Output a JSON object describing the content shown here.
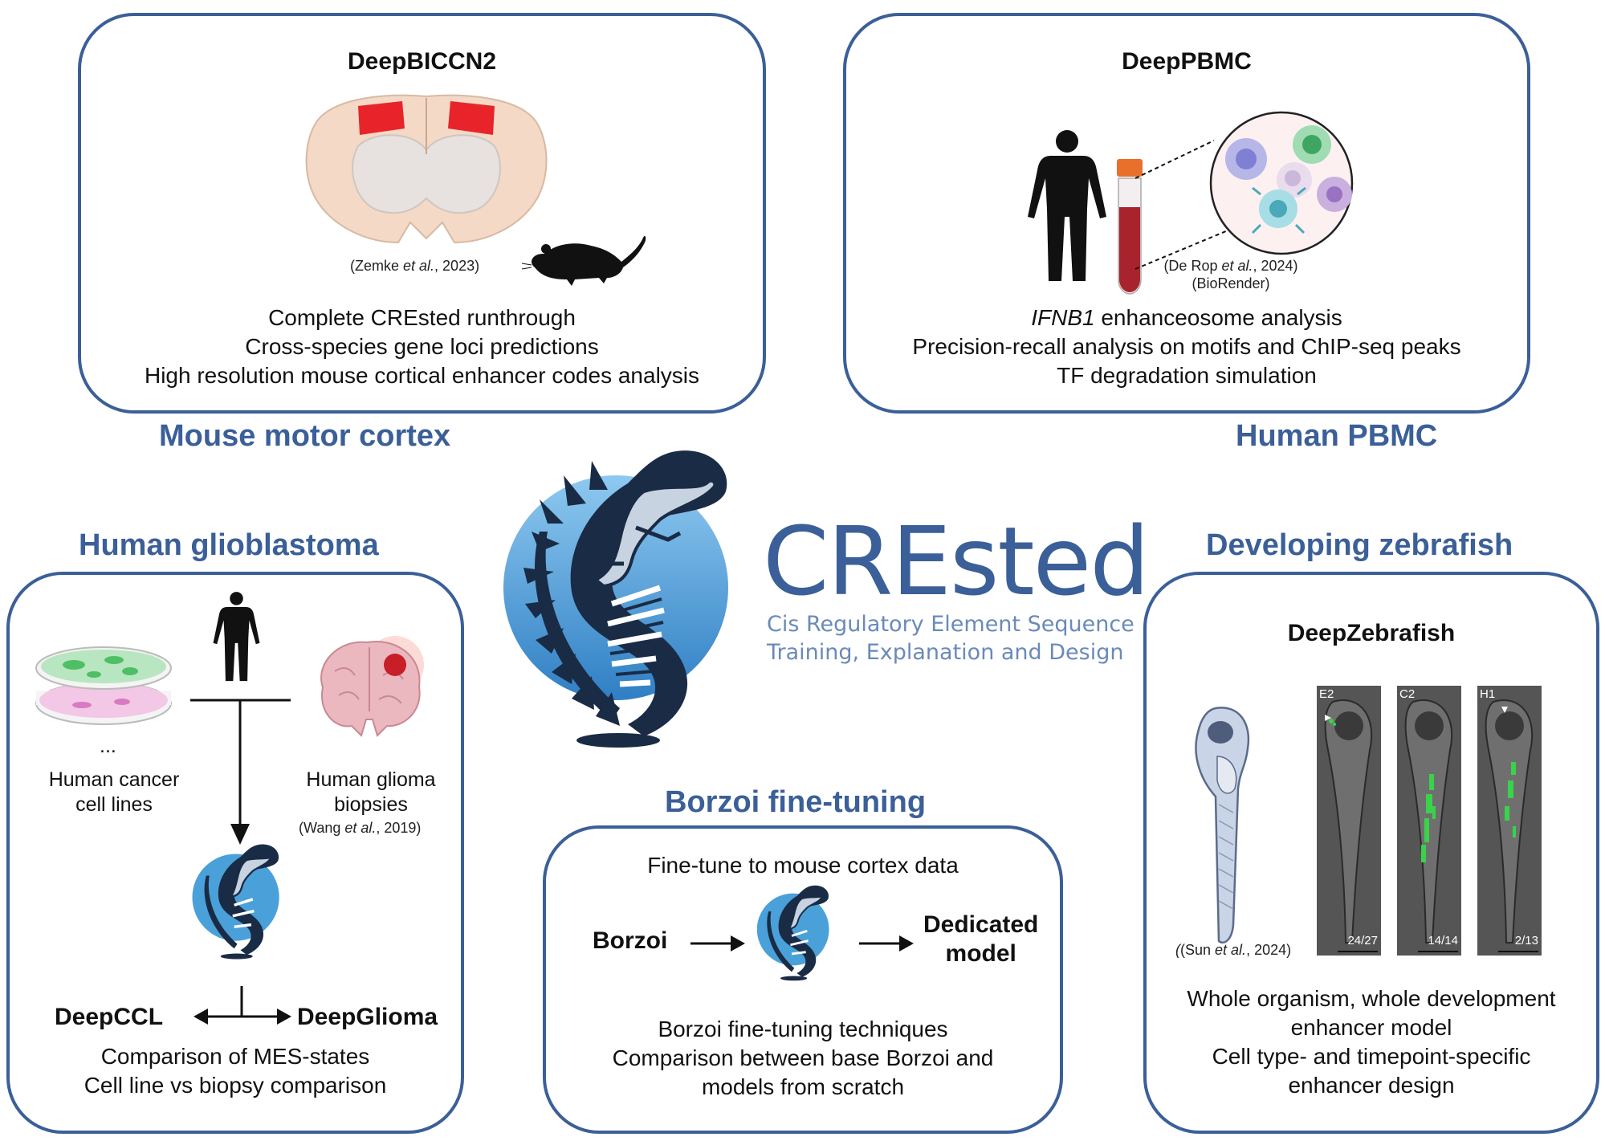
{
  "colors": {
    "accent": "#3b5f98",
    "logo_light": "#4aa0d9",
    "logo_dark": "#1a2b45",
    "red": "#e8242a",
    "green": "#39d24a"
  },
  "panels": {
    "biccn": {
      "title": "DeepBICCN2",
      "section": "Mouse motor cortex",
      "citation_pre": "(Zemke ",
      "citation_em": "et al.",
      "citation_post": ", 2023)",
      "lines": [
        "Complete CREsted runthrough",
        "Cross-species gene loci predictions",
        "High resolution mouse cortical enhancer codes analysis"
      ]
    },
    "pbmc": {
      "title": "DeepPBMC",
      "section": "Human PBMC",
      "citation_pre": "(De Rop ",
      "citation_em": "et al.",
      "citation_post": ", 2024)",
      "citation2": "(BioRender)",
      "line1_em": "IFNB1",
      "line1_rest": " enhanceosome analysis",
      "lines": [
        "Precision-recall analysis on motifs and ChIP-seq peaks",
        "TF degradation simulation"
      ]
    },
    "glio": {
      "section": "Human glioblastoma",
      "ellipsis": "...",
      "cell_lines": [
        "Human cancer",
        "cell lines"
      ],
      "biopsies": [
        "Human glioma",
        "biopsies"
      ],
      "citation_pre": "(Wang ",
      "citation_em": "et al.",
      "citation_post": ", 2019)",
      "model_left": "DeepCCL",
      "model_right": "DeepGlioma",
      "lines": [
        "Comparison of MES-states",
        "Cell line vs biopsy comparison"
      ]
    },
    "borzoi": {
      "section": "Borzoi fine-tuning",
      "top": "Fine-tune to mouse cortex data",
      "left": "Borzoi",
      "right": [
        "Dedicated",
        "model"
      ],
      "lines": [
        "Borzoi fine-tuning techniques",
        "Comparison between base Borzoi and",
        "models from scratch"
      ]
    },
    "zebra": {
      "title": "DeepZebrafish",
      "section": "Developing zebrafish",
      "citation_pre": "(Sun ",
      "citation_em": "et al.",
      "citation_post": ", 2024)",
      "images": [
        {
          "label": "E2",
          "ratio": "24/27"
        },
        {
          "label": "C2",
          "ratio": "14/14"
        },
        {
          "label": "H1",
          "ratio": "2/13"
        }
      ],
      "lines": [
        "Whole organism, whole development",
        "enhancer model",
        "Cell type- and timepoint-specific",
        "enhancer design"
      ]
    }
  },
  "center": {
    "logo_title": "CREsted",
    "logo_sub1": "Cis Regulatory Element Sequence",
    "logo_sub2": "Training, Explanation and Design"
  }
}
